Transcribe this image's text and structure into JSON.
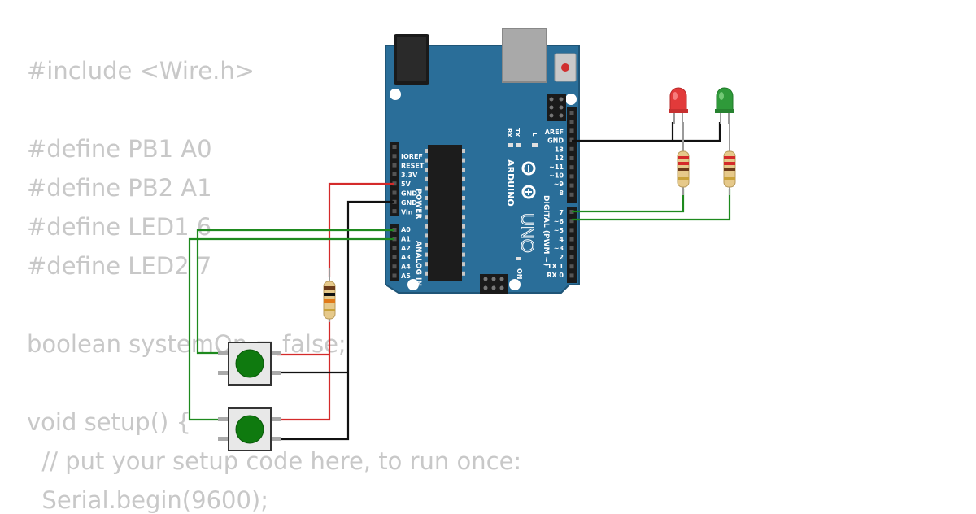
{
  "code_lines": [
    "#include <Wire.h>",
    "",
    "#define PB1 A0",
    "#define PB2 A1",
    "#define LED1 6",
    "#define LED2 7",
    "",
    "boolean systemOn = false;",
    "",
    "void setup() {",
    "  // put your setup code here, to run once:",
    "  Serial.begin(9600);"
  ],
  "board": {
    "brand": "ARDUINO",
    "model": "UNO",
    "power_label": "POWER",
    "analog_label": "ANALOG IN",
    "digital_label": "DIGITAL (PWM ~)",
    "on_label": "ON",
    "l_label": "L",
    "tx_label": "TX",
    "rx_label": "RX",
    "power_pins": [
      "IOREF",
      "RESET",
      "3.3V",
      "5V",
      "GND",
      "GND",
      "Vin"
    ],
    "analog_pins": [
      "A0",
      "A1",
      "A2",
      "A3",
      "A4",
      "A5"
    ],
    "digital_top_pins": [
      "AREF",
      "GND",
      "13",
      "12",
      "~11",
      "~10",
      "~9",
      "8"
    ],
    "digital_bottom_pins": [
      "7",
      "~6",
      "~5",
      "4",
      "~3",
      "2",
      "TX 1",
      "RX 0"
    ]
  },
  "colors": {
    "board": "#2a6e99",
    "board_edge": "#1f5577",
    "code_text": "#c8c8c8",
    "wire_red": "#d42a2a",
    "wire_black": "#111111",
    "wire_green": "#1e8a1e",
    "led_red": "#e23a3a",
    "led_green": "#2f9a3a",
    "button_cap": "#0f7a0f"
  }
}
